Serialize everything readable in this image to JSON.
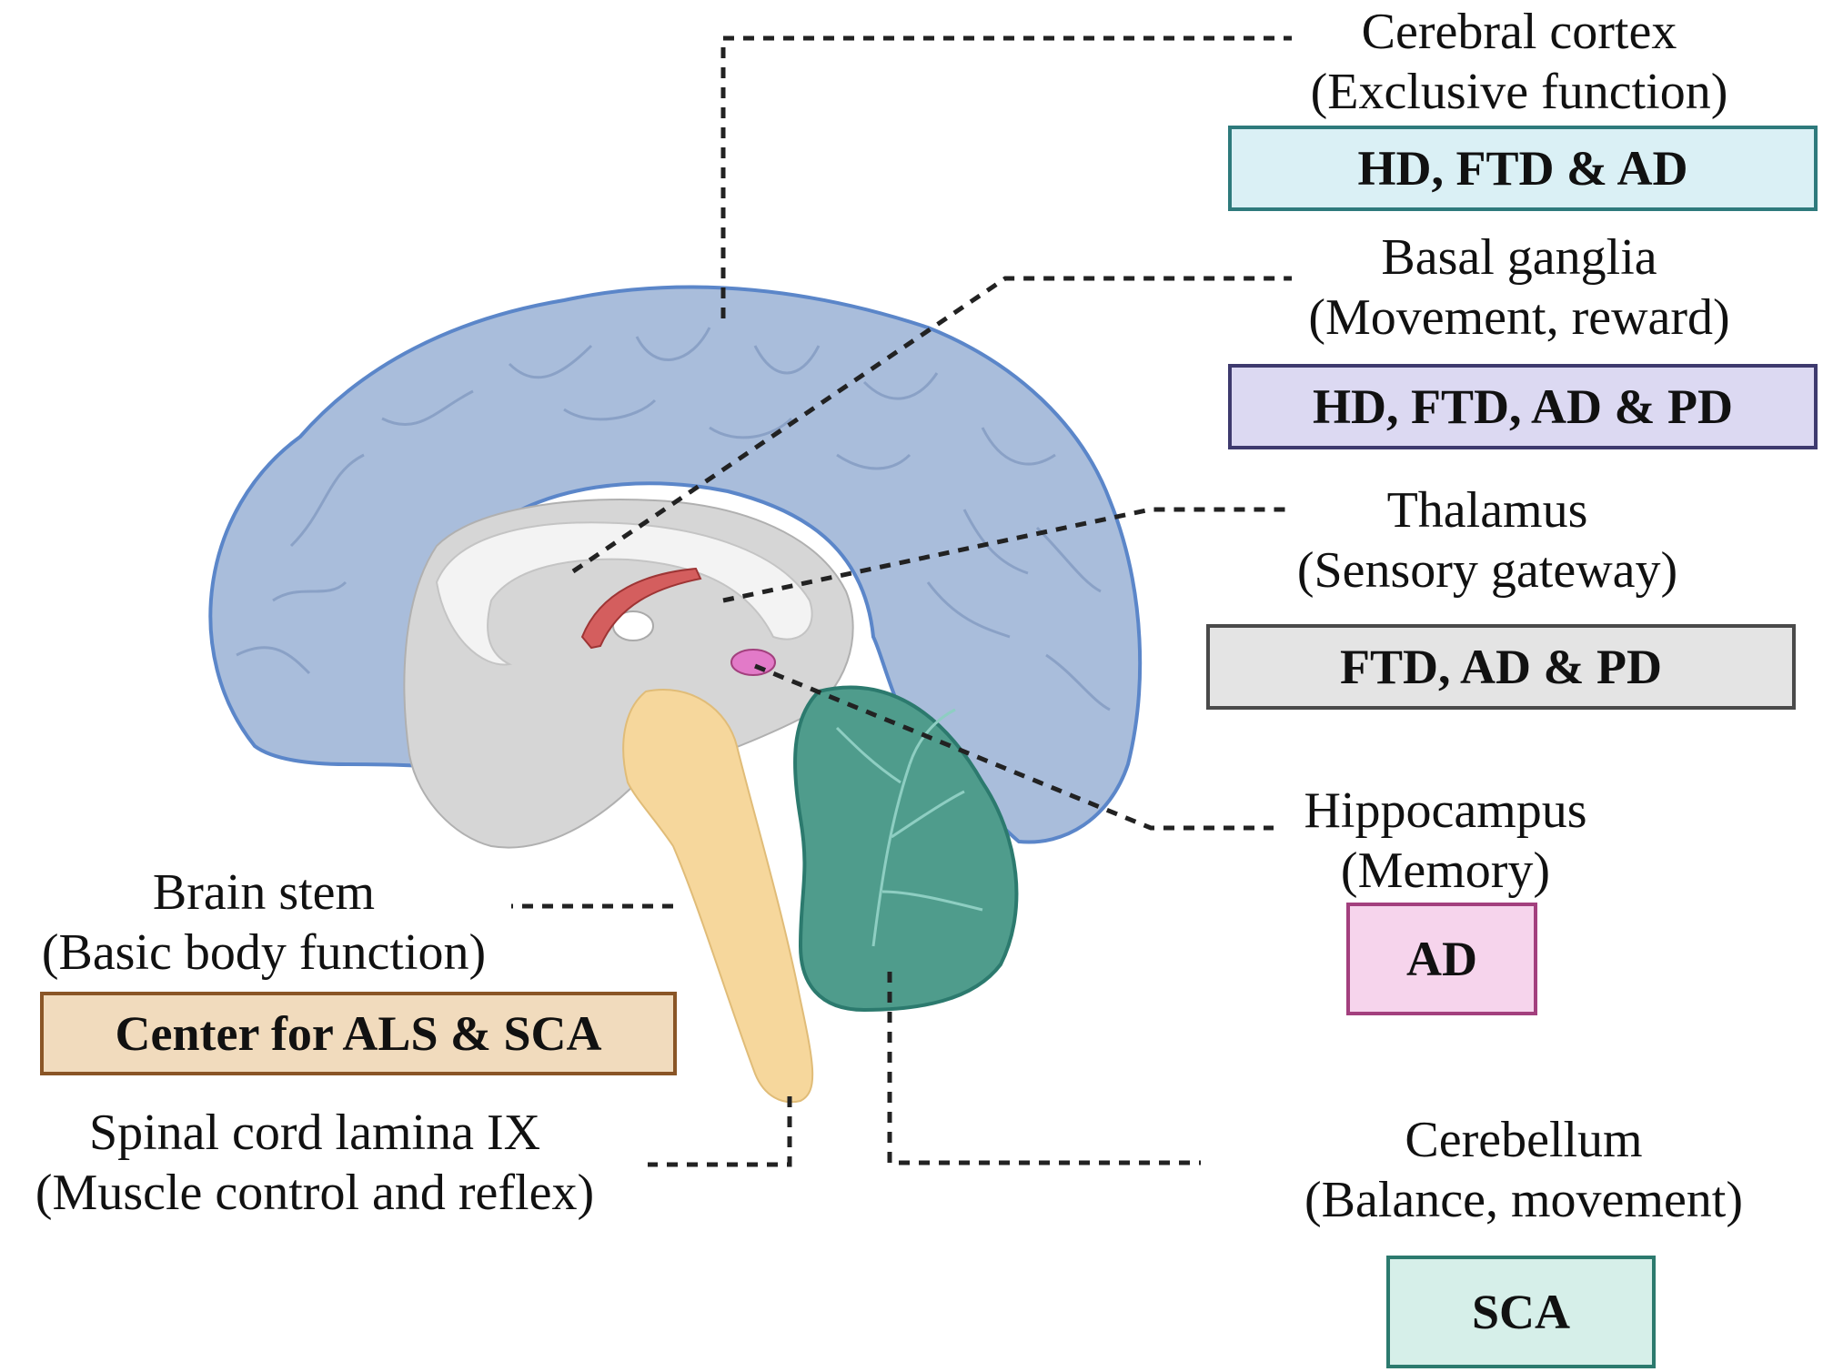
{
  "regions": [
    {
      "key": "cortex",
      "name": "Cerebral cortex",
      "function": "(Exclusive function)",
      "diseases": "HD, FTD & AD",
      "fill": "#daf0f5",
      "border": "#2e7a7c"
    },
    {
      "key": "basal",
      "name": "Basal ganglia",
      "function": "(Movement, reward)",
      "diseases": "HD, FTD, AD & PD",
      "fill": "#dcd9f2",
      "border": "#3e3a6e"
    },
    {
      "key": "thalamus",
      "name": "Thalamus",
      "function": "(Sensory gateway)",
      "diseases": "FTD, AD & PD",
      "fill": "#e4e4e4",
      "border": "#4a4a4a"
    },
    {
      "key": "hippocampus",
      "name": "Hippocampus",
      "function": "(Memory)",
      "diseases": "AD",
      "fill": "#f6d4ec",
      "border": "#a3407e"
    },
    {
      "key": "brainstem",
      "name": "Brain stem",
      "function": "(Basic body function)",
      "diseases": "Center for ALS & SCA",
      "fill": "#f1dbbd",
      "border": "#8a5526"
    },
    {
      "key": "spinal",
      "name": "Spinal cord lamina IX",
      "function": "(Muscle control and reflex)"
    },
    {
      "key": "cerebellum",
      "name": "Cerebellum",
      "function": "(Balance, movement)",
      "diseases": "SCA",
      "fill": "#d6efe9",
      "border": "#2c7a6e"
    }
  ],
  "colors": {
    "cortex": "#a9bddb",
    "cortex_outline": "#5b86c9",
    "subcortical": "#d6d6d6",
    "white_matter": "#f3f3f3",
    "brainstem": "#f6d79c",
    "cerebellum": "#4f9c8c",
    "basal_ganglia": "#d45e5e",
    "hippocampus": "#e27ac8",
    "leader_line": "#222222"
  }
}
